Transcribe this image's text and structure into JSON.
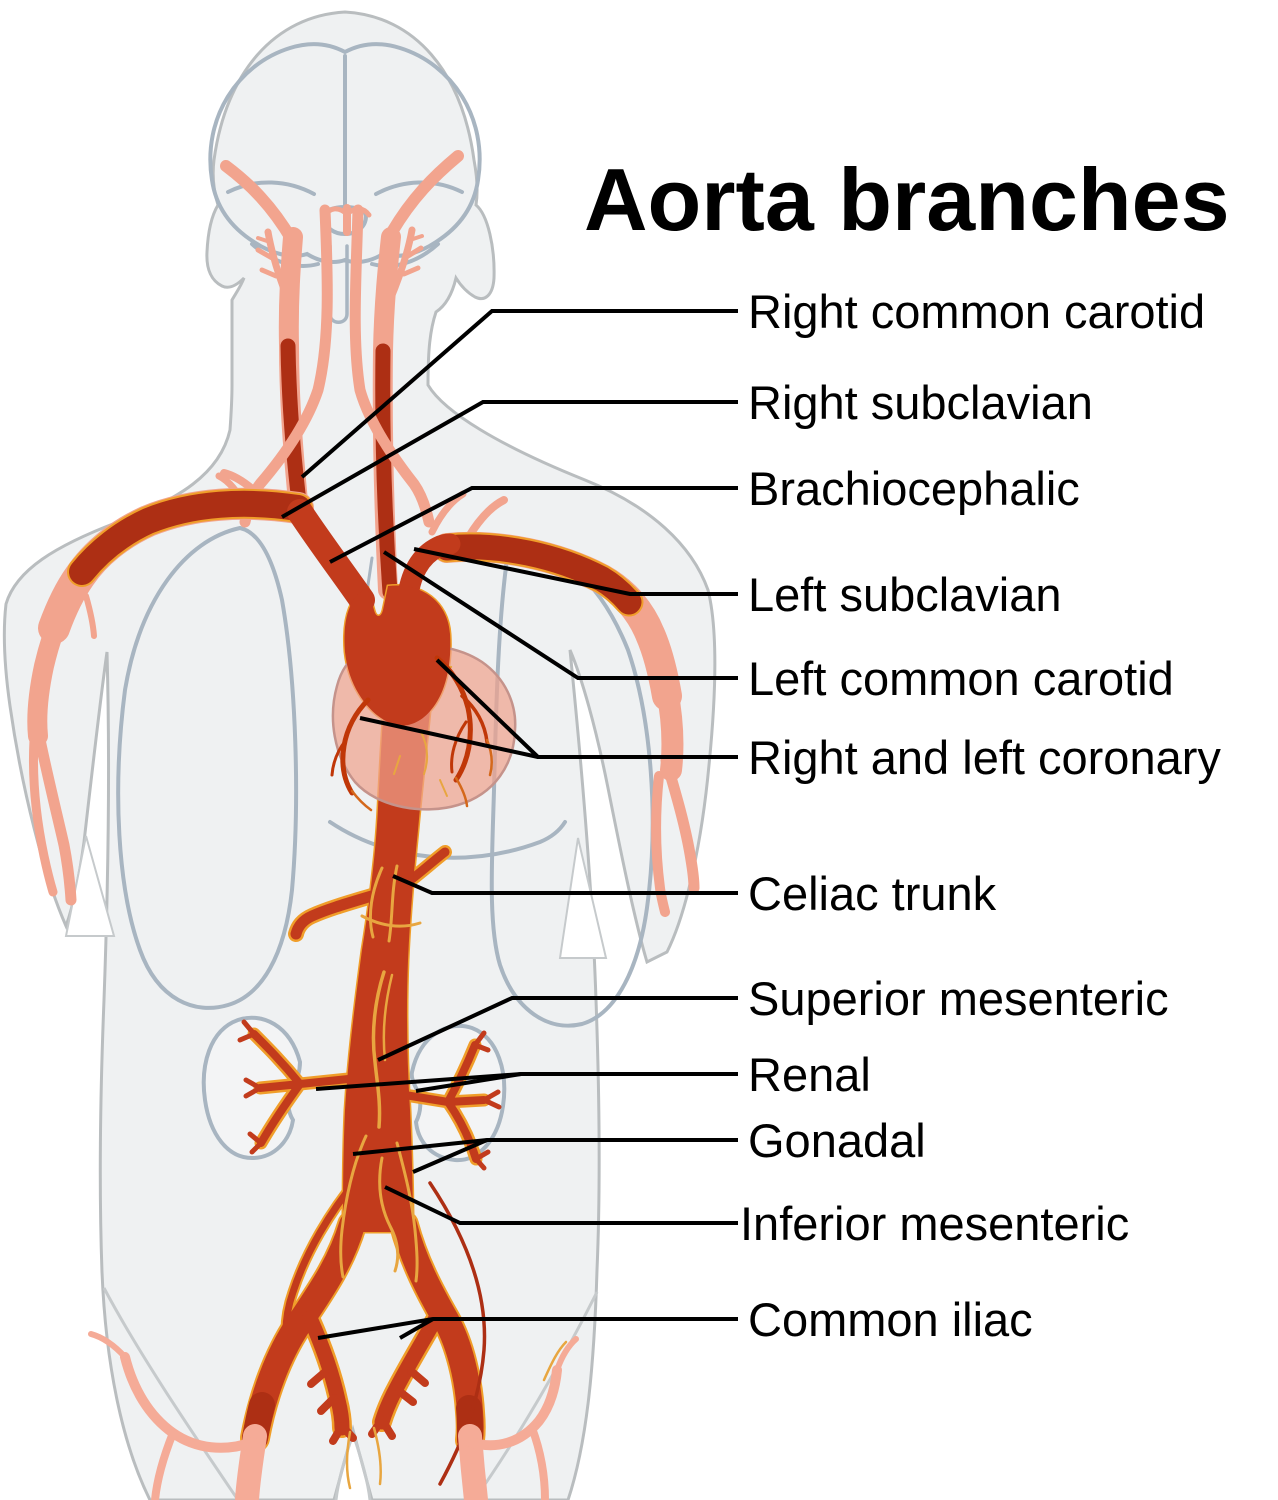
{
  "title": "Aorta branches",
  "labels": [
    {
      "text": "Right common carotid"
    },
    {
      "text": "Right subclavian"
    },
    {
      "text": "Brachiocephalic"
    },
    {
      "text": "Left subclavian"
    },
    {
      "text": "Left common carotid"
    },
    {
      "text": "Right and left coronary"
    },
    {
      "text": "Celiac trunk"
    },
    {
      "text": "Superior mesenteric"
    },
    {
      "text": "Renal"
    },
    {
      "text": "Gonadal"
    },
    {
      "text": "Inferior mesenteric"
    },
    {
      "text": "Common iliac"
    }
  ],
  "colors": {
    "background": "#ffffff",
    "body_fill": "#eff1f2",
    "body_outline": "#b9bdbf",
    "organ_outline": "#a8b5c1",
    "crease": "#c6cacc",
    "artery_main": "#c23b1c",
    "artery_deep": "#ad2f14",
    "artery_light": "#f2a48e",
    "femoral_pink": "#f5ab97",
    "vessel_outline_orange": "#f09e2a",
    "thin_vessel_yellow": "#e8a640",
    "coronary": "#c03708",
    "coronary_light": "#d4681b",
    "heart_fill": "#efa18c",
    "heart_outline": "#c5938b",
    "leader_line": "#000000",
    "text_color": "#000000"
  }
}
